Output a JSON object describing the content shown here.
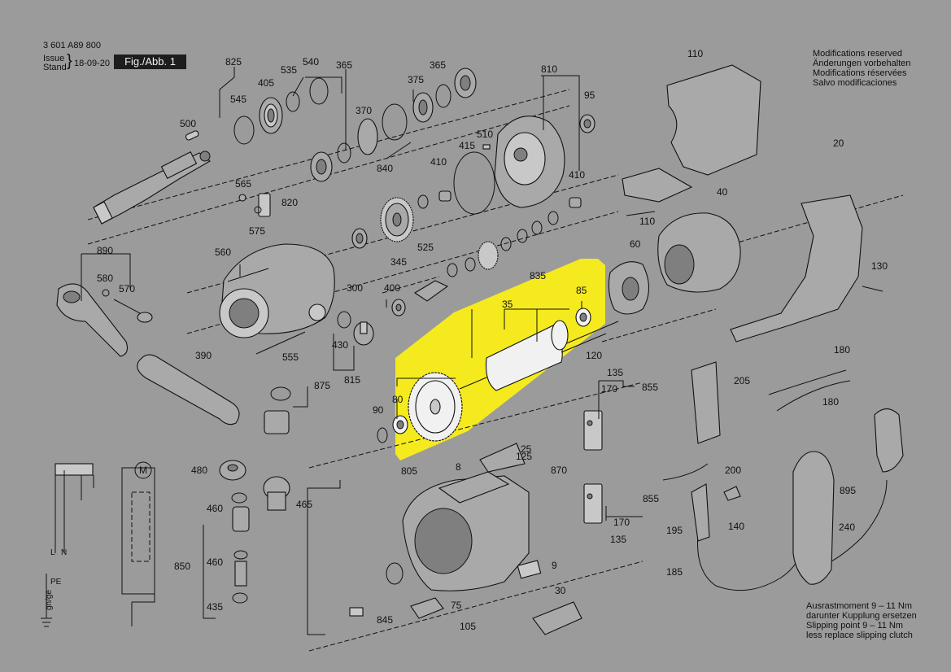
{
  "header": {
    "part_number": "3 601 A89 800",
    "issue_label": "Issue",
    "stand_label": "Stand",
    "date": "18-09-20",
    "figure": "Fig./Abb. 1"
  },
  "modifications": [
    "Modifications reserved",
    "Änderungen vorbehalten",
    "Modifications réservées",
    "Salvo modificaciones"
  ],
  "clutch_note": [
    "Ausrastmoment 9 – 11 Nm",
    "darunter Kupplung ersetzen",
    "Slipping point 9 – 11 Nm",
    "less replace slipping clutch"
  ],
  "highlight": {
    "color": "#f5ea1e",
    "parts": [
      "35",
      "85",
      "80",
      "90"
    ]
  },
  "wiring": {
    "motor_symbol": "M",
    "line_labels": [
      "L",
      "N"
    ],
    "pe_label": "PE",
    "ground_label": "gn/ge"
  },
  "part_labels": {
    "p825": "825",
    "p535": "535",
    "p540": "540",
    "p365a": "365",
    "p365b": "365",
    "p405": "405",
    "p545": "545",
    "p500": "500",
    "p370": "370",
    "p375": "375",
    "p840": "840",
    "p810": "810",
    "p95": "95",
    "p510": "510",
    "p415": "415",
    "p410a": "410",
    "p410b": "410",
    "p565": "565",
    "p820": "820",
    "p575": "575",
    "p525": "525",
    "p345": "345",
    "p835": "835",
    "p890": "890",
    "p580": "580",
    "p570": "570",
    "p560": "560",
    "p300": "300",
    "p400": "400",
    "p35": "35",
    "p85": "85",
    "p555": "555",
    "p430": "430",
    "p815": "815",
    "p120": "120",
    "p390": "390",
    "p875": "875",
    "p80": "80",
    "p90": "90",
    "p110a": "110",
    "p110b": "110",
    "p20": "20",
    "p40": "40",
    "p60": "60",
    "p130": "130",
    "p135a": "135",
    "p135b": "135",
    "p170a": "170",
    "p170b": "170",
    "p855a": "855",
    "p855b": "855",
    "p205": "205",
    "p180a": "180",
    "p180b": "180",
    "p125": "125",
    "p25": "25",
    "p805": "805",
    "p8": "8",
    "p870": "870",
    "p480": "480",
    "p465": "465",
    "p460a": "460",
    "p460b": "460",
    "p850": "850",
    "p435": "435",
    "p9": "9",
    "p30": "30",
    "p75": "75",
    "p845": "845",
    "p105": "105",
    "p200": "200",
    "p140": "140",
    "p195": "195",
    "p185": "185",
    "p895": "895",
    "p240": "240"
  }
}
